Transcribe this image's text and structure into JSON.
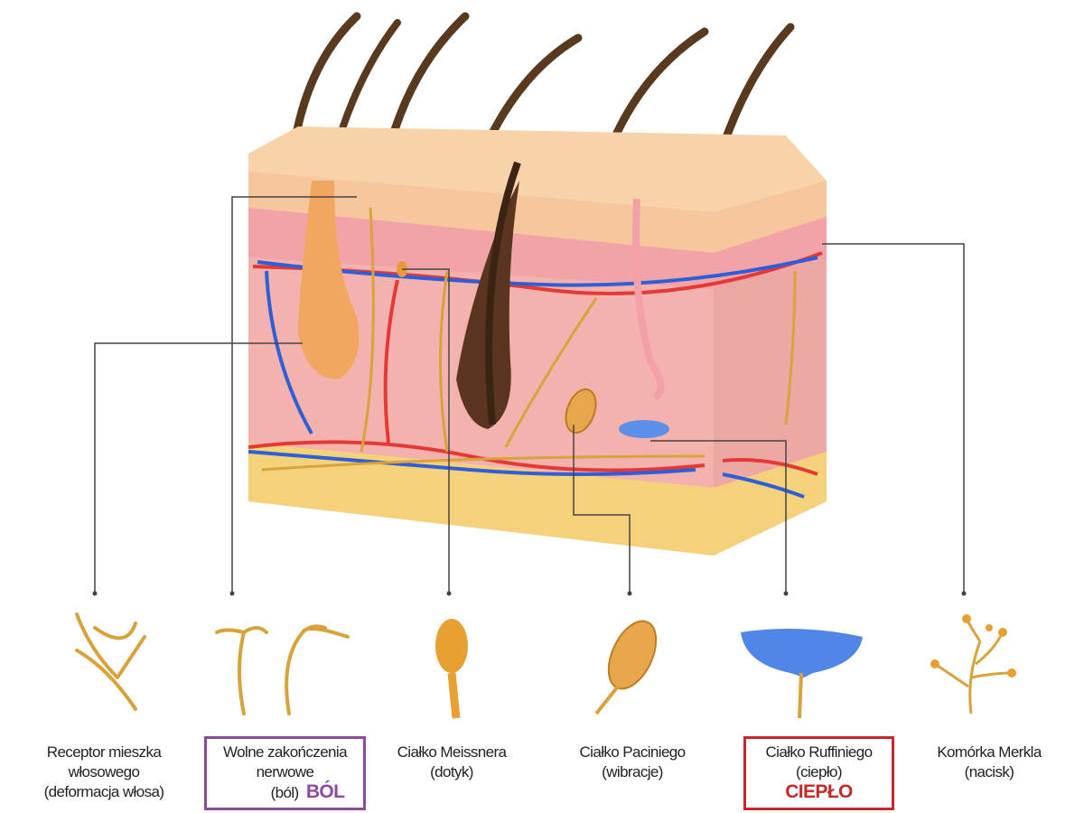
{
  "colors": {
    "epidermis": "#f6c79c",
    "dermis": "#f3b2ad",
    "fat": "#f5d27a",
    "nerve": "#d9a23a",
    "artery": "#e53935",
    "vein": "#2f5fd8",
    "line": "#444444",
    "pain": "#8e4a9c",
    "heat": "#c62828"
  },
  "receptors": [
    {
      "icon": "hair-follicle-receptor-icon",
      "lines": [
        "Receptor mieszka",
        "włosowego",
        "(deformacja włosa)"
      ]
    },
    {
      "icon": "free-nerve-endings-icon",
      "lines": [
        "Wolne zakończenia",
        "nerwowe",
        "(ból)"
      ],
      "tag": "BÓL"
    },
    {
      "icon": "meissner-corpuscle-icon",
      "lines": [
        "Ciałko Meissnera",
        "(dotyk)"
      ]
    },
    {
      "icon": "pacinian-corpuscle-icon",
      "lines": [
        "Ciałko Paciniego",
        "(wibracje)"
      ]
    },
    {
      "icon": "ruffini-corpuscle-icon",
      "lines": [
        "Ciałko Ruffiniego",
        "(ciepło)"
      ],
      "tag": "CIEPŁO"
    },
    {
      "icon": "merkel-cell-icon",
      "lines": [
        "Komórka Merkla",
        "(nacisk)"
      ]
    }
  ]
}
